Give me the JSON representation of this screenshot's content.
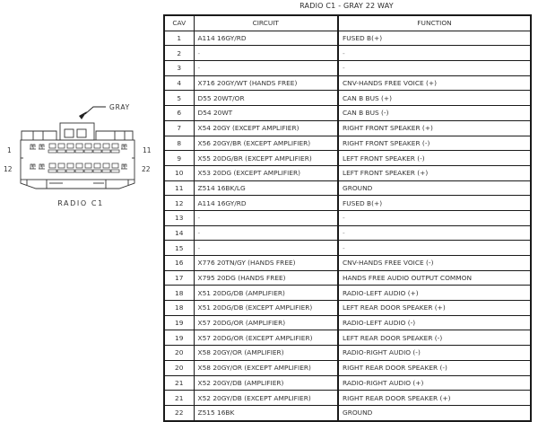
{
  "table": {
    "title": "RADIO C1 - GRAY 22 WAY",
    "headers": {
      "cav": "CAV",
      "circuit": "CIRCUIT",
      "function": "FUNCTION"
    },
    "rows": [
      {
        "cav": "1",
        "circuit": "A114 16GY/RD",
        "function": "FUSED B(+)"
      },
      {
        "cav": "2",
        "circuit": "-",
        "function": "-"
      },
      {
        "cav": "3",
        "circuit": "-",
        "function": "-"
      },
      {
        "cav": "4",
        "circuit": "X716 20GY/WT (HANDS FREE)",
        "function": "CNV-HANDS FREE VOICE (+)"
      },
      {
        "cav": "5",
        "circuit": "D55 20WT/OR",
        "function": "CAN B BUS (+)"
      },
      {
        "cav": "6",
        "circuit": "D54 20WT",
        "function": "CAN B BUS (-)"
      },
      {
        "cav": "7",
        "circuit": "X54 20GY (EXCEPT AMPLIFIER)",
        "function": "RIGHT FRONT SPEAKER (+)"
      },
      {
        "cav": "8",
        "circuit": "X56 20GY/BR (EXCEPT AMPLIFIER)",
        "function": "RIGHT FRONT SPEAKER (-)"
      },
      {
        "cav": "9",
        "circuit": "X55 20DG/BR (EXCEPT AMPLIFIER)",
        "function": "LEFT FRONT SPEAKER (-)"
      },
      {
        "cav": "10",
        "circuit": "X53 20DG (EXCEPT AMPLIFIER)",
        "function": "LEFT FRONT SPEAKER (+)"
      },
      {
        "cav": "11",
        "circuit": "Z514 16BK/LG",
        "function": "GROUND"
      },
      {
        "cav": "12",
        "circuit": "A114 16GY/RD",
        "function": "FUSED B(+)"
      },
      {
        "cav": "13",
        "circuit": "-",
        "function": "-"
      },
      {
        "cav": "14",
        "circuit": "-",
        "function": "-"
      },
      {
        "cav": "15",
        "circuit": "-",
        "function": "-"
      },
      {
        "cav": "16",
        "circuit": "X776 20TN/GY (HANDS FREE)",
        "function": "CNV-HANDS FREE VOICE (-)"
      },
      {
        "cav": "17",
        "circuit": "X795 20DG (HANDS FREE)",
        "function": "HANDS FREE AUDIO OUTPUT COMMON"
      },
      {
        "cav": "18",
        "circuit": "X51 20DG/DB (AMPLIFIER)",
        "function": "RADIO-LEFT AUDIO (+)"
      },
      {
        "cav": "18",
        "circuit": "X51 20DG/DB (EXCEPT AMPLIFIER)",
        "function": "LEFT REAR DOOR SPEAKER (+)"
      },
      {
        "cav": "19",
        "circuit": "X57 20DG/OR (AMPLIFIER)",
        "function": "RADIO-LEFT AUDIO (-)"
      },
      {
        "cav": "19",
        "circuit": "X57 20DG/OR (EXCEPT AMPLIFIER)",
        "function": "LEFT REAR DOOR SPEAKER (-)"
      },
      {
        "cav": "20",
        "circuit": "X58 20GY/OR (AMPLIFIER)",
        "function": "RADIO-RIGHT AUDIO (-)"
      },
      {
        "cav": "20",
        "circuit": "X58 20GY/OR (EXCEPT AMPLIFIER)",
        "function": "RIGHT REAR DOOR SPEAKER (-)"
      },
      {
        "cav": "21",
        "circuit": "X52 20GY/DB (AMPLIFIER)",
        "function": "RADIO-RIGHT AUDIO (+)"
      },
      {
        "cav": "21",
        "circuit": "X52 20GY/DB (EXCEPT AMPLIFIER)",
        "function": "RIGHT REAR DOOR SPEAKER (+)"
      },
      {
        "cav": "22",
        "circuit": "Z515 16BK",
        "function": "GROUND"
      }
    ]
  },
  "connector": {
    "caption": "RADIO C1",
    "color_callout": "GRAY",
    "pin_labels": {
      "top_left": "1",
      "bottom_left": "12",
      "top_right": "11",
      "bottom_right": "22"
    }
  }
}
